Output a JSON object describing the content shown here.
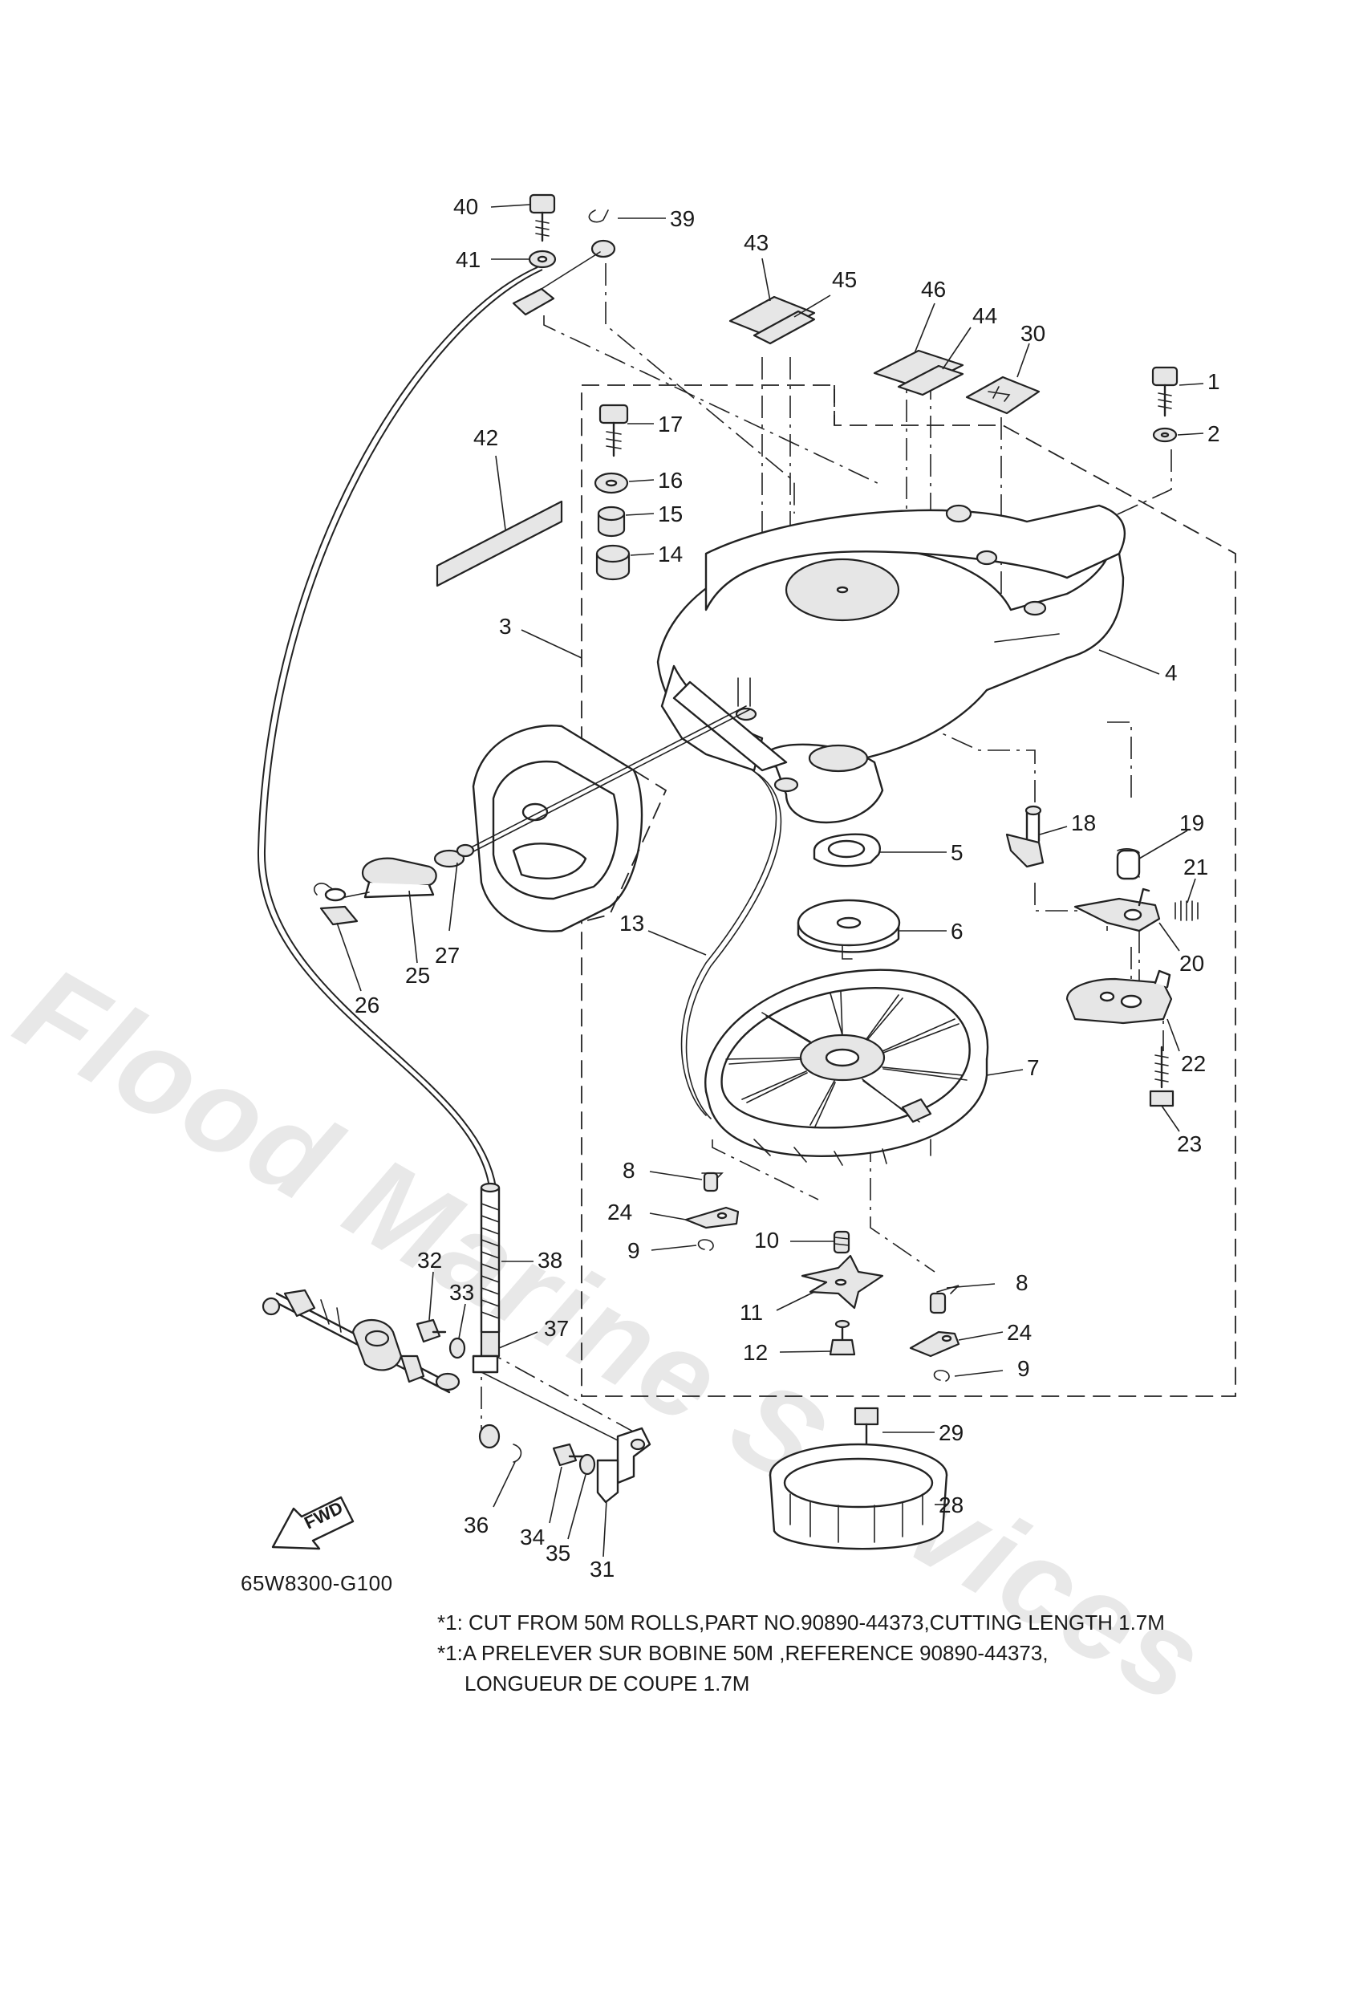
{
  "watermark": "Flood Marine Services",
  "drawing_code": "65W8300-G100",
  "fwd_label": "FWD",
  "notes": [
    "*1: CUT FROM 50M ROLLS,PART NO.90890-44373,CUTTING LENGTH 1.7M",
    "*1:A PRELEVER SUR BOBINE 50M ,REFERENCE 90890-44373,",
    "LONGUEUR DE COUPE 1.7M"
  ],
  "callouts": [
    {
      "id": "c40",
      "label": "40"
    },
    {
      "id": "c39",
      "label": "39"
    },
    {
      "id": "c41",
      "label": "41"
    },
    {
      "id": "c43",
      "label": "43"
    },
    {
      "id": "c45",
      "label": "45"
    },
    {
      "id": "c46",
      "label": "46"
    },
    {
      "id": "c44",
      "label": "44"
    },
    {
      "id": "c30",
      "label": "30"
    },
    {
      "id": "c1",
      "label": "1"
    },
    {
      "id": "c2",
      "label": "2"
    },
    {
      "id": "c17",
      "label": "17"
    },
    {
      "id": "c16",
      "label": "16"
    },
    {
      "id": "c15",
      "label": "15"
    },
    {
      "id": "c14",
      "label": "14"
    },
    {
      "id": "c42",
      "label": "42"
    },
    {
      "id": "c3",
      "label": "3"
    },
    {
      "id": "c4",
      "label": "4"
    },
    {
      "id": "c18",
      "label": "18"
    },
    {
      "id": "c19",
      "label": "19"
    },
    {
      "id": "c21",
      "label": "21"
    },
    {
      "id": "c5",
      "label": "5"
    },
    {
      "id": "c6",
      "label": "6"
    },
    {
      "id": "c20",
      "label": "20"
    },
    {
      "id": "c13",
      "label": "13"
    },
    {
      "id": "c27",
      "label": "27"
    },
    {
      "id": "c25",
      "label": "25"
    },
    {
      "id": "c26",
      "label": "26"
    },
    {
      "id": "c7",
      "label": "7"
    },
    {
      "id": "c22",
      "label": "22"
    },
    {
      "id": "c23",
      "label": "23"
    },
    {
      "id": "c8a",
      "label": "8"
    },
    {
      "id": "c24a",
      "label": "24"
    },
    {
      "id": "c9a",
      "label": "9"
    },
    {
      "id": "c10",
      "label": "10"
    },
    {
      "id": "c8b",
      "label": "8"
    },
    {
      "id": "c11",
      "label": "11"
    },
    {
      "id": "c24b",
      "label": "24"
    },
    {
      "id": "c12",
      "label": "12"
    },
    {
      "id": "c9b",
      "label": "9"
    },
    {
      "id": "c32",
      "label": "32"
    },
    {
      "id": "c38",
      "label": "38"
    },
    {
      "id": "c33",
      "label": "33"
    },
    {
      "id": "c37",
      "label": "37"
    },
    {
      "id": "c29",
      "label": "29"
    },
    {
      "id": "c28",
      "label": "28"
    },
    {
      "id": "c36",
      "label": "36"
    },
    {
      "id": "c34",
      "label": "34"
    },
    {
      "id": "c35",
      "label": "35"
    },
    {
      "id": "c31",
      "label": "31"
    }
  ]
}
